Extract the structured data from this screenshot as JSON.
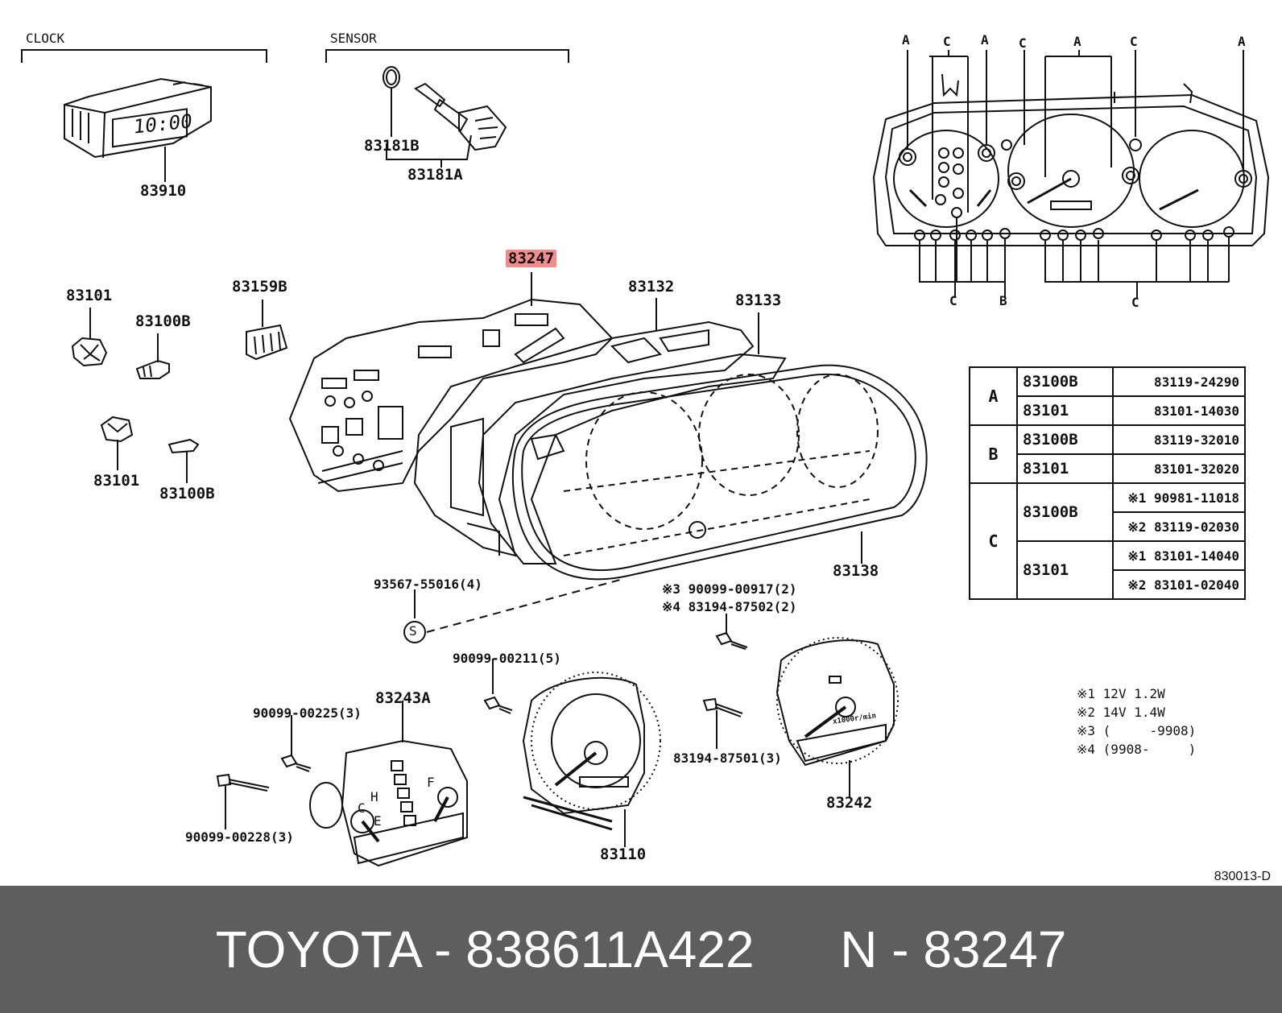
{
  "labels": {
    "clock": "CLOCK",
    "sensor": "SENSOR",
    "p83910": "83910",
    "p83181B": "83181B",
    "p83181A": "83181A",
    "p83247": "83247",
    "p83132": "83132",
    "p83133": "83133",
    "p83101a": "83101",
    "p83100Ba": "83100B",
    "p83159B": "83159B",
    "p83101b": "83101",
    "p83100Bb": "83100B",
    "p83138": "83138",
    "screws": "93567-55016(4)",
    "s_symbol": "S",
    "note3": "※3 90099-00917(2)",
    "note4": "※4 83194-87502(2)",
    "p90099_00211": "90099-00211(5)",
    "p83243A": "83243A",
    "p90099_00225": "90099-00225(3)",
    "p90099_00228": "90099-00228(3)",
    "p83110": "83110",
    "p83194_87501": "83194-87501(3)",
    "p83242": "83242",
    "clock_display": "10:00",
    "tach_unit": "x1000r/min",
    "gauge_h": "H",
    "gauge_c": "C",
    "gauge_e": "E",
    "gauge_f": "F"
  },
  "inset_letters": {
    "top": [
      "A",
      "C",
      "A",
      "C",
      "A",
      "C",
      "A"
    ],
    "bottom": [
      "C",
      "B",
      "C"
    ]
  },
  "table": [
    {
      "group": "A",
      "part": "83100B",
      "num": "83119-24290"
    },
    {
      "group": "",
      "part": "83101",
      "num": "83101-14030"
    },
    {
      "group": "B",
      "part": "83100B",
      "num": "83119-32010"
    },
    {
      "group": "",
      "part": "83101",
      "num": "83101-32020"
    },
    {
      "group": "C",
      "part": "83100B",
      "num": "※1 90981-11018"
    },
    {
      "group": "",
      "part": "",
      "num": "※2 83119-02030"
    },
    {
      "group": "",
      "part": "83101",
      "num": "※1 83101-14040"
    },
    {
      "group": "",
      "part": "",
      "num": "※2 83101-02040"
    }
  ],
  "notes": [
    "※1 12V 1.2W",
    "※2 14V 1.4W",
    "※3 (     -9908)",
    "※4 (9908-     )"
  ],
  "diagram_code": "830013-D",
  "footer": "TOYOTA - 838611A422      N - 83247"
}
